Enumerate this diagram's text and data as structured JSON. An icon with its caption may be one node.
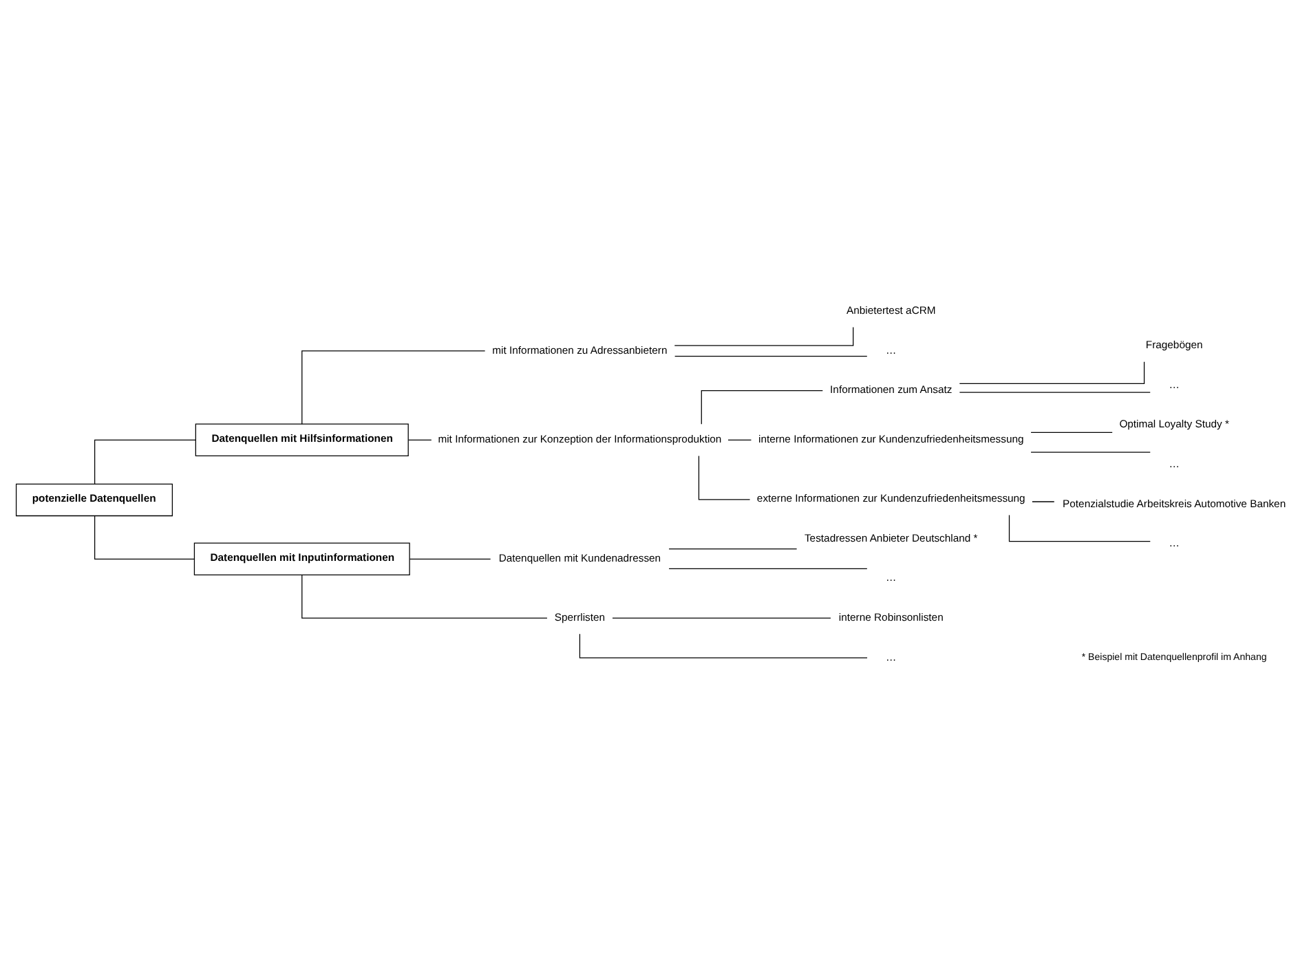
{
  "diagram": {
    "nodes": [
      {
        "text": [
          "potenzielle Datenquellen"
        ]
      },
      {
        "text": [
          "Datenquellen mit Hilfsinformationen"
        ]
      },
      {
        "text": [
          "mit Informationen zu Adressanbietern"
        ]
      },
      {
        "text": [
          "Anbietertest aCRM"
        ]
      },
      {
        "text": [
          "…"
        ]
      },
      {
        "text": [
          "mit Informationen zur Konzeption der Informationsproduktion"
        ]
      },
      {
        "text": [
          "Informationen zum Ansatz"
        ]
      },
      {
        "text": [
          "Fragebögen"
        ]
      },
      {
        "text": [
          "…"
        ]
      },
      {
        "text": [
          "interne Informationen zur Kundenzufriedenheitsmessung"
        ]
      },
      {
        "text": [
          "Optimal Loyalty Study *"
        ]
      },
      {
        "text": [
          "…"
        ]
      },
      {
        "text": [
          "externe Informationen zur Kundenzufriedenheitsmessung"
        ]
      },
      {
        "text": [
          "Potenzialstudie Arbeitskreis Automotive Banken"
        ]
      },
      {
        "text": [
          "…"
        ]
      },
      {
        "text": [
          "Datenquellen mit Inputinformationen"
        ]
      },
      {
        "text": [
          "Datenquellen mit Kundenadressen"
        ]
      },
      {
        "text": [
          "Testadressen Anbieter Deutschland *"
        ]
      },
      {
        "text": [
          "…"
        ]
      },
      {
        "text": [
          "Sperrlisten"
        ]
      },
      {
        "text": [
          "interne Robinsonlisten"
        ]
      },
      {
        "text": [
          "…"
        ]
      }
    ],
    "edges": [
      {
        "from": 0,
        "to": 1,
        "arrow": "none"
      },
      {
        "from": 0,
        "to": 15,
        "arrow": "none"
      },
      {
        "from": 1,
        "to": 2,
        "arrow": "none"
      },
      {
        "from": 2,
        "to": 3,
        "arrow": "none"
      },
      {
        "from": 2,
        "to": 4,
        "arrow": "none"
      },
      {
        "from": 1,
        "to": 5,
        "arrow": "none"
      },
      {
        "from": 5,
        "to": 6,
        "arrow": "none"
      },
      {
        "from": 6,
        "to": 7,
        "arrow": "none"
      },
      {
        "from": 6,
        "to": 8,
        "arrow": "none"
      },
      {
        "from": 5,
        "to": 9,
        "arrow": "none"
      },
      {
        "from": 9,
        "to": 10,
        "arrow": "none"
      },
      {
        "from": 9,
        "to": 11,
        "arrow": "none"
      },
      {
        "from": 5,
        "to": 12,
        "arrow": "none"
      },
      {
        "from": 12,
        "to": 13,
        "arrow": "none"
      },
      {
        "from": 12,
        "to": 14,
        "arrow": "none"
      },
      {
        "from": 15,
        "to": 16,
        "arrow": "none"
      },
      {
        "from": 16,
        "to": 17,
        "arrow": "none"
      },
      {
        "from": 16,
        "to": 18,
        "arrow": "none"
      },
      {
        "from": 15,
        "to": 19,
        "arrow": "none"
      },
      {
        "from": 19,
        "to": 20,
        "arrow": "none"
      },
      {
        "from": 19,
        "to": 21,
        "arrow": "none"
      }
    ],
    "labels": [
      "* Beispiel mit Datenquellenprofil im Anhang"
    ]
  }
}
